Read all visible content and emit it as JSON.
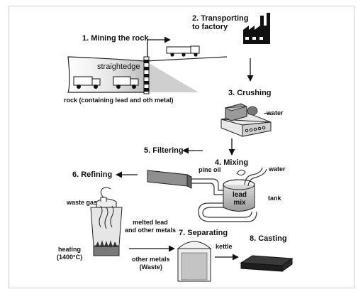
{
  "steps": {
    "mining": "1. Mining the rock",
    "transport": "2. Transporting\nto factory",
    "crushing": "3. Crushing",
    "mixing": "4. Mixing",
    "filtering": "5. Filtering",
    "refining": "6. Refining",
    "separating": "7. Separating",
    "casting": "8. Casting"
  },
  "labels": {
    "straightedge": "straightedge",
    "rock": "rock (containing lead and oth metal)",
    "water_crush": "water",
    "water_mix": "water",
    "pine_oil": "pine oil",
    "lead_mix": "lead\nmix",
    "tank": "tank",
    "waste_gas": "waste gas",
    "melted": "melted lead\nand other metals",
    "heating": "heating\n(1400°C)",
    "other_metals": "other metals\n(Waste)",
    "kettle": "kettle"
  }
}
